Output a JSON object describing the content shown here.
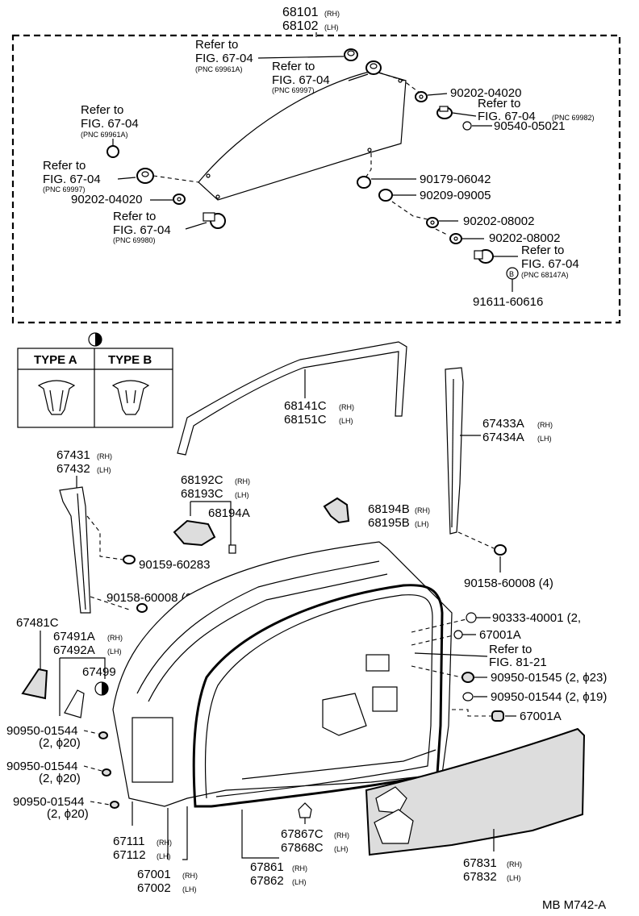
{
  "labels": {
    "p68101": "68101",
    "p68102": "68102",
    "rh": "(RH)",
    "lh": "(LH)",
    "refer_to": "Refer to",
    "fig_6704": "FIG. 67-04",
    "fig_8121": "FIG. 81-21",
    "pnc_69961a": "(PNC 69961A)",
    "pnc_69997": "(PNC 69997)",
    "pnc_69982": "(PNC 69982)",
    "pnc_69980": "(PNC 69980)",
    "pnc_68147a": "(PNC 68147A)",
    "p90202_04020": "90202-04020",
    "p90540_05021": "90540-05021",
    "p90179_06042": "90179-06042",
    "p90209_09005": "90209-09005",
    "p90202_08002": "90202-08002",
    "p91611_60616": "91611-60616",
    "b_marker": "B",
    "type_a": "TYPE A",
    "type_b": "TYPE B",
    "p68141c": "68141C",
    "p68151c": "68151C",
    "p67433a": "67433A",
    "p67434a": "67434A",
    "p67431": "67431",
    "p67432": "67432",
    "p68192c": "68192C",
    "p68193c": "68193C",
    "p68194a": "68194A",
    "p68194b": "68194B",
    "p68195b": "68195B",
    "p90159_60283": "90159-60283",
    "p90158_60008_4": "90158-60008 (4)",
    "p90158_60008_2": "90158-60008 (2)",
    "p67481c": "67481C",
    "p67491a": "67491A",
    "p67492a": "67492A",
    "p67499": "67499",
    "p90333_40001": "90333-40001 (2,",
    "p67001a": "67001A",
    "p90950_01545": "90950-01545 (2, ϕ23)",
    "p90950_01544_r": "90950-01544 (2, ϕ19)",
    "p90950_01544": "90950-01544",
    "phi20": "(2, ϕ20)",
    "p67111": "67111",
    "p67112": "67112",
    "p67001": "67001",
    "p67002": "67002",
    "p67867c": "67867C",
    "p67868c": "67868C",
    "p67861": "67861",
    "p67862": "67862",
    "p67831": "67831",
    "p67832": "67832",
    "footer_code": "MB M742-A"
  }
}
